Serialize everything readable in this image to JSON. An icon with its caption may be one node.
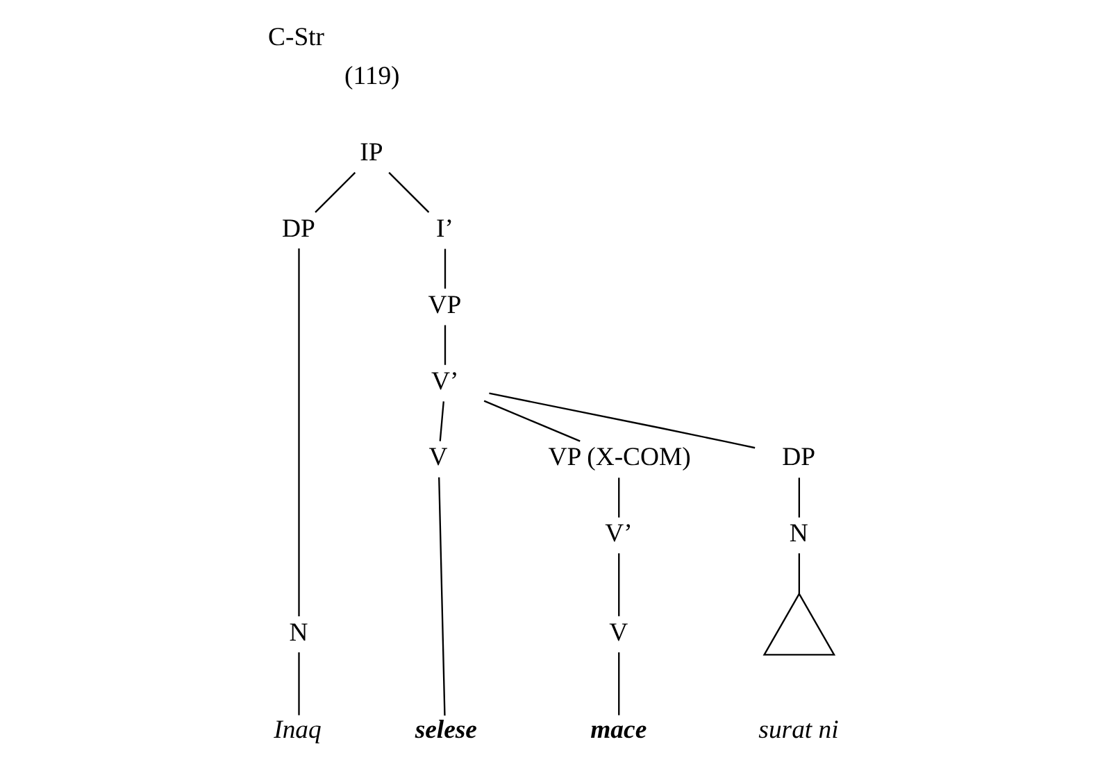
{
  "diagram": {
    "title": "C-Str",
    "nodes": [
      {
        "text": [
          "IP"
        ]
      },
      {
        "text": [
          "DP"
        ]
      },
      {
        "text": [
          "I’"
        ]
      },
      {
        "text": [
          "N"
        ]
      },
      {
        "text": [
          "VP"
        ]
      },
      {
        "text": [
          "V’"
        ]
      },
      {
        "text": [
          "V"
        ]
      },
      {
        "text": [
          "VP (X-COM)"
        ]
      },
      {
        "text": [
          "DP"
        ]
      },
      {
        "text": [
          "V’"
        ]
      },
      {
        "text": [
          "N"
        ]
      },
      {
        "text": [
          "V"
        ]
      },
      {
        "text": [],
        "shape": "triangle",
        "beside": [
          "surat ni"
        ]
      },
      {
        "text": [
          "Inaq"
        ]
      },
      {
        "text": [
          "selese"
        ]
      },
      {
        "text": [
          "mace"
        ]
      }
    ],
    "edges": [
      {
        "from": 0,
        "to": 1,
        "arrow": "none"
      },
      {
        "from": 0,
        "to": 2,
        "arrow": "none"
      },
      {
        "from": 1,
        "to": 3,
        "arrow": "none"
      },
      {
        "from": 3,
        "to": 13,
        "arrow": "none"
      },
      {
        "from": 2,
        "to": 4,
        "arrow": "none"
      },
      {
        "from": 4,
        "to": 5,
        "arrow": "none"
      },
      {
        "from": 5,
        "to": 6,
        "arrow": "none"
      },
      {
        "from": 5,
        "to": 7,
        "arrow": "none"
      },
      {
        "from": 5,
        "to": 8,
        "arrow": "none"
      },
      {
        "from": 6,
        "to": 14,
        "arrow": "none"
      },
      {
        "from": 7,
        "to": 9,
        "arrow": "none"
      },
      {
        "from": 9,
        "to": 11,
        "arrow": "none"
      },
      {
        "from": 11,
        "to": 15,
        "arrow": "none"
      },
      {
        "from": 8,
        "to": 10,
        "arrow": "none"
      },
      {
        "from": 10,
        "to": 12,
        "arrow": "none"
      }
    ],
    "labels": [
      "(119)"
    ]
  }
}
